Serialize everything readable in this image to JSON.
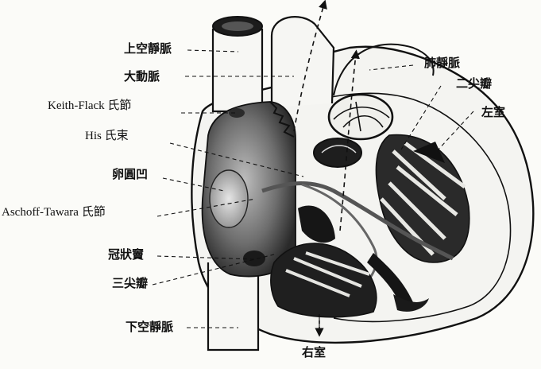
{
  "labels": {
    "superior_vena_cava": "上空靜脈",
    "aorta": "大動脈",
    "keith_flack_node": "Keith-Flack 氏節",
    "his_bundle": "His 氏束",
    "fossa_ovalis": "卵圓凹",
    "aschoff_tawara_node": "Aschoff-Tawara 氏節",
    "coronary_sinus": "冠狀竇",
    "tricuspid_valve": "三尖瓣",
    "inferior_vena_cava": "下空靜脈",
    "pulmonary_vein": "肺靜脈",
    "bicuspid_valve": "二尖瓣",
    "left_ventricle": "左室",
    "right_ventricle": "右室"
  }
}
